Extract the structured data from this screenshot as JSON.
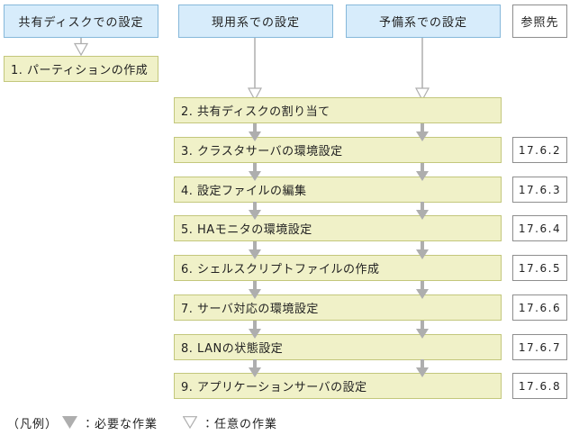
{
  "headers": {
    "shared_disk": "共有ディスクでの設定",
    "active_system": "現用系での設定",
    "standby_system": "予備系での設定",
    "reference": "参照先"
  },
  "flow": {
    "shared_disk_step": {
      "label": "1. パーティションの作成"
    },
    "steps": [
      {
        "label": "2. 共有ディスクの割り当て"
      },
      {
        "label": "3. クラスタサーバの環境設定",
        "ref": "17.6.2"
      },
      {
        "label": "4. 設定ファイルの編集",
        "ref": "17.6.3"
      },
      {
        "label": "5. HAモニタの環境設定",
        "ref": "17.6.4"
      },
      {
        "label": "6. シェルスクリプトファイルの作成",
        "ref": "17.6.5"
      },
      {
        "label": "7. サーバ対応の環境設定",
        "ref": "17.6.6"
      },
      {
        "label": "8. LANの状態設定",
        "ref": "17.6.7"
      },
      {
        "label": "9. アプリケーションサーバの設定",
        "ref": "17.6.8"
      }
    ]
  },
  "legend": {
    "prefix": "（凡例）",
    "required_label": "：必要な作業",
    "optional_label": "：任意の作業"
  },
  "icons": {
    "required_arrow": "filled-down-triangle",
    "optional_arrow": "outline-down-triangle"
  },
  "colors": {
    "header_fill": "#d7ecfb",
    "header_border": "#86b8da",
    "task_fill": "#f0f1c8",
    "task_border": "#c3c77c",
    "arrow_gray": "#aeaeae",
    "reference_border": "#8e8e8e"
  }
}
